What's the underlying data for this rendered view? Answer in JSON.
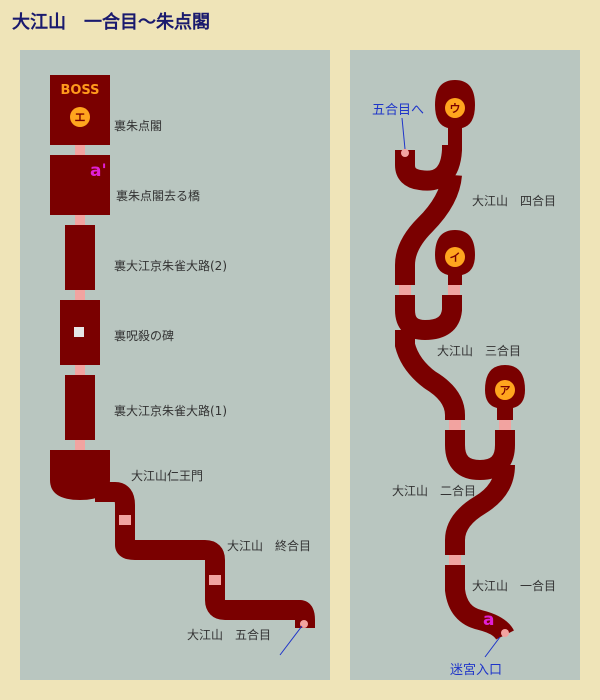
{
  "title": "大江山　一合目〜朱点閣",
  "left_map": {
    "boss_label": "BOSS",
    "boss_marker": "エ",
    "marker_a_prime": "a'",
    "areas": {
      "ura_shutenkaku": "裏朱点閣",
      "ura_bridge": "裏朱点閣去る橋",
      "ura_suzaku_2": "裏大江京朱雀大路(2)",
      "ura_jusatsu": "裏呪殺の碑",
      "ura_suzaku_1": "裏大江京朱雀大路(1)",
      "niomon": "大江山仁王門",
      "shugoume": "大江山　終合目",
      "gogoume": "大江山　五合目"
    }
  },
  "right_map": {
    "to_gogoume": "五合目へ",
    "marker_u": "ウ",
    "marker_i": "イ",
    "marker_a": "ア",
    "marker_a_lower": "a",
    "entrance": "迷宮入口",
    "areas": {
      "yongoume": "大江山　四合目",
      "sangoume": "大江山　三合目",
      "nigoume": "大江山　二合目",
      "ichigoume": "大江山　一合目"
    }
  },
  "colors": {
    "room": "#7a0000",
    "connector": "#f2a3a0",
    "marker": "#ffa51e",
    "panel": "#b9c6c0"
  }
}
